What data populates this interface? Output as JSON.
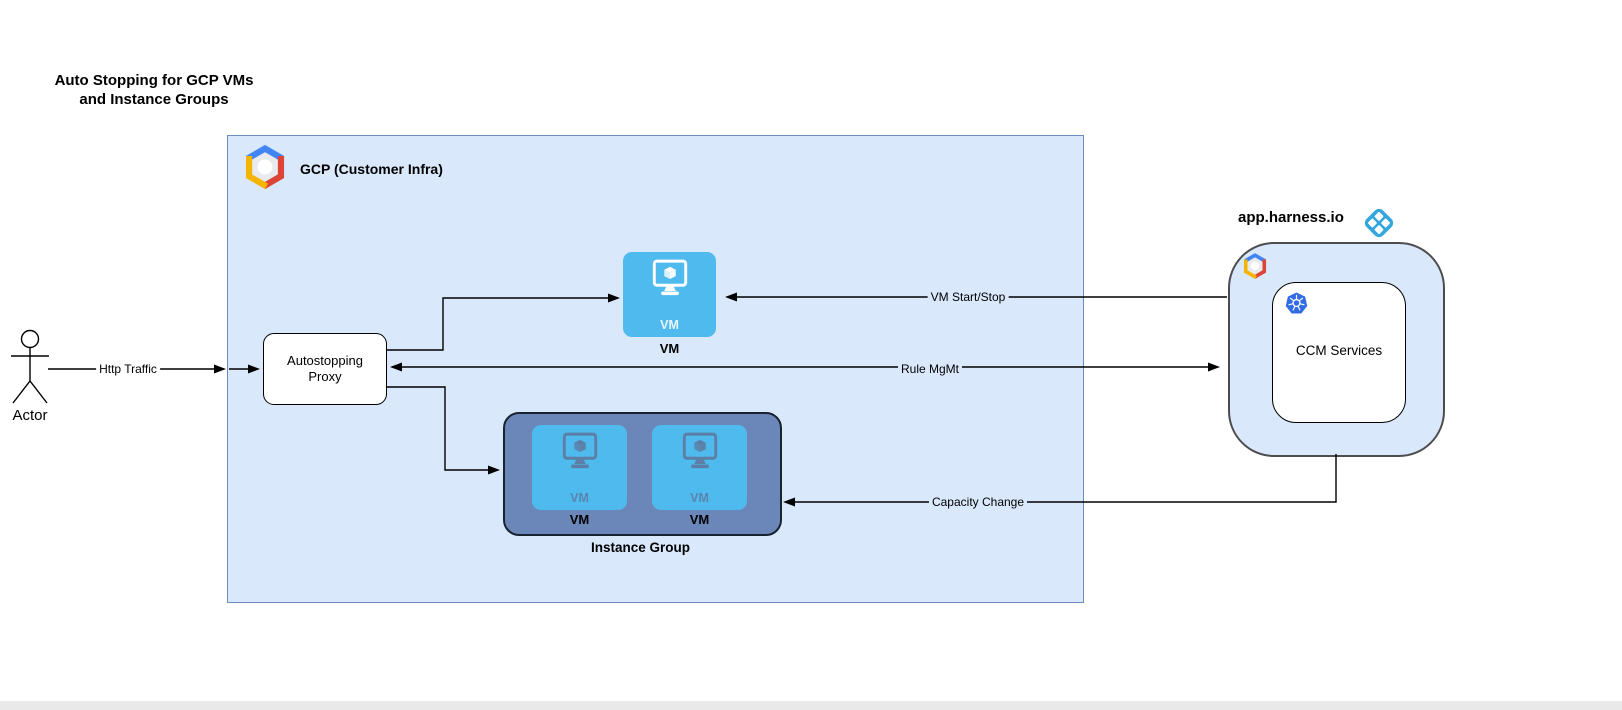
{
  "title": {
    "line1": "Auto Stopping for GCP VMs",
    "line2": "and Instance Groups"
  },
  "actor": {
    "label": "Actor"
  },
  "gcp_container": {
    "label": "GCP (Customer Infra)",
    "fill": "#DAE8FC",
    "border": "#6C8EBF",
    "logo_icon": "google-cloud-logo"
  },
  "autostopping_proxy": {
    "label": "Autostopping Proxy"
  },
  "vm": {
    "inner_label": "VM",
    "caption": "VM",
    "fill": "#4EBAED"
  },
  "instance_group": {
    "caption": "Instance Group",
    "fill": "#6B86B8",
    "vms": [
      {
        "inner_label": "VM",
        "caption": "VM"
      },
      {
        "inner_label": "VM",
        "caption": "VM"
      }
    ]
  },
  "harness": {
    "label": "app.harness.io",
    "logo_icon": "harness-logo",
    "fill": "#DAE8FC",
    "gcp_mini_icon": "google-cloud-logo",
    "ccm": {
      "label": "CCM Services",
      "icon": "kubernetes-icon"
    }
  },
  "edges": {
    "http_traffic": {
      "label": "Http Traffic"
    },
    "vm_start_stop": {
      "label": "VM Start/Stop"
    },
    "rule_mgmt": {
      "label": "Rule MgMt"
    },
    "capacity_change": {
      "label": "Capacity Change"
    }
  },
  "colors": {
    "gcp_blue": "#4285F4",
    "gcp_red": "#DB4437",
    "gcp_yellow": "#F4B400",
    "kubernetes_blue": "#326CE5",
    "harness_blue": "#33A7DD",
    "vm_blue": "#4EBAED",
    "instance_group_blue": "#6B86B8",
    "container_fill": "#DAE8FC",
    "container_border": "#6C8EBF"
  }
}
